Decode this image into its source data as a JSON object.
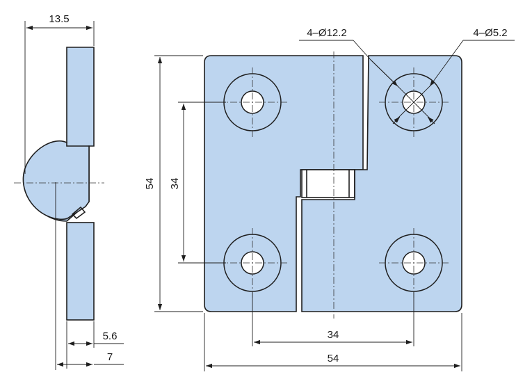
{
  "drawing": {
    "colors": {
      "part_fill": "#bdd5ef",
      "line": "#1f1f1f"
    },
    "dimensions": {
      "side_thickness": "13.5",
      "leaf_thickness": "5.6",
      "offset": "7",
      "total_height": "54",
      "hole_pitch_vertical": "34",
      "hole_pitch_horizontal": "34",
      "total_width": "54",
      "counterbore": "4–Ø12.2",
      "through_hole": "4–Ø5.2"
    }
  }
}
